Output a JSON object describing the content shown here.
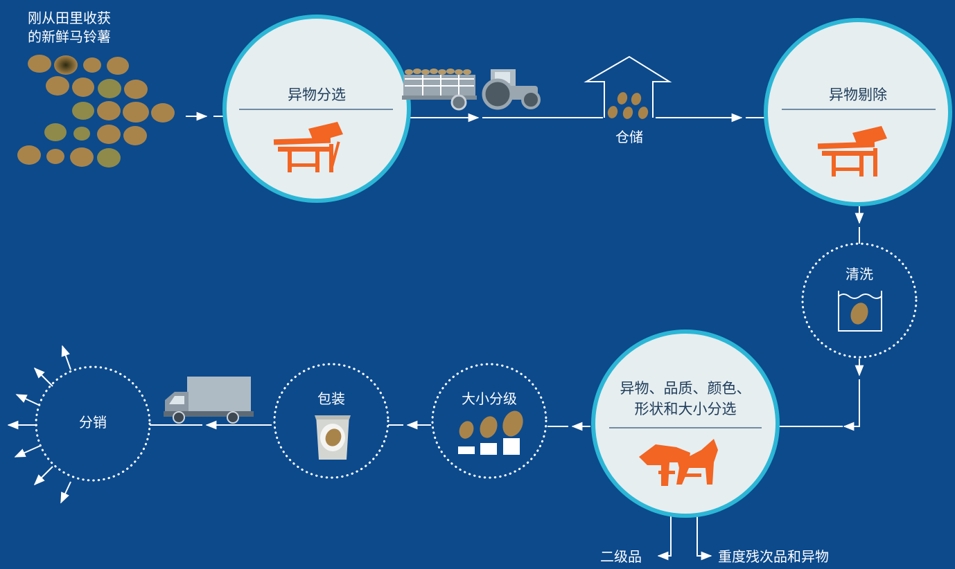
{
  "intro": {
    "line1": "刚从田里收获",
    "line2": "的新鲜马铃薯"
  },
  "steps": {
    "sort1": "异物分选",
    "storage": "仓储",
    "remove": "异物剔除",
    "wash": "清洗",
    "multisort_line1": "异物、品质、颜色、",
    "multisort_line2": "形状和大小分选",
    "grading": "大小分级",
    "packing": "包装",
    "distribution": "分销"
  },
  "outputs": {
    "second_grade": "二级品",
    "rejects": "重度残次品和异物"
  },
  "colors": {
    "background": "#0c4a8c",
    "ring": "#2cb6d6",
    "circle_fill": "#e6eef0",
    "machine": "#f26522",
    "potato": "#a9844a",
    "text_dark": "#1f3c5a"
  },
  "icons": {
    "sorter": "orange-sorting-machine-icon",
    "tractor": "tractor-with-trailer-icon",
    "warehouse": "warehouse-icon",
    "washing": "water-tank-potato-icon",
    "sizes": "size-grading-bars-icon",
    "bag": "potato-bag-icon",
    "truck": "delivery-truck-icon"
  }
}
